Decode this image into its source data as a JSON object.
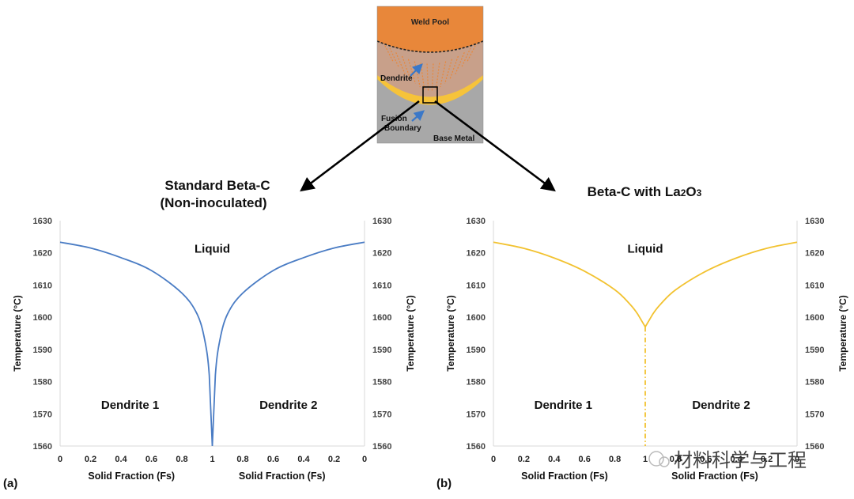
{
  "schematic": {
    "weld_pool": "Weld Pool",
    "dendrite": "Dendrite",
    "fusion_boundary_1": "Fusion",
    "fusion_boundary_2": "Boundary",
    "base_metal": "Base Metal",
    "colors": {
      "weld_pool": "#E8873A",
      "fusion_zone": "#F6C33A",
      "base_metal": "#A8A8A8",
      "arrow": "#3A78C8"
    }
  },
  "titles": {
    "left_line1": "Standard Beta-C",
    "left_line2": "(Non-inoculated)",
    "right_prefix": "Beta-C with La",
    "right_sub1": "2",
    "right_mid": "O",
    "right_sub2": "3"
  },
  "watermark": "材料科学与工程",
  "chart_data": [
    {
      "type": "line",
      "panel_label": "(a)",
      "x_ticks": [
        "0",
        "0.2",
        "0.4",
        "0.6",
        "0.8",
        "1",
        "0.8",
        "0.6",
        "0.4",
        "0.2",
        "0"
      ],
      "xlabel_left": "Solid Fraction (Fs)",
      "xlabel_right": "Solid Fraction (Fs)",
      "ylabel_left": "Temperature (°C)",
      "ylabel_right": "Temperature (°C)",
      "ylim": [
        1560,
        1630
      ],
      "y_ticks": [
        "1560",
        "1570",
        "1580",
        "1590",
        "1600",
        "1610",
        "1620",
        "1630"
      ],
      "annotations": [
        "Liquid",
        "Dendrite 1",
        "Dendrite 2"
      ],
      "color": "#4A7CC4",
      "series": [
        {
          "x": [
            0,
            0.2,
            0.4,
            0.6,
            0.8,
            0.9,
            0.95,
            0.98,
            1.0
          ],
          "y": [
            1623.3,
            1621.5,
            1618.5,
            1614.5,
            1607.5,
            1601.0,
            1593.0,
            1582.0,
            1560.0
          ]
        }
      ],
      "dashed_segment": null
    },
    {
      "type": "line",
      "panel_label": "(b)",
      "x_ticks": [
        "0",
        "0.2",
        "0.4",
        "0.6",
        "0.8",
        "1",
        "0.8",
        "0.6",
        "0.4",
        "0.2",
        "0"
      ],
      "xlabel_left": "Solid Fraction (Fs)",
      "xlabel_right": "Solid Fraction (Fs)",
      "ylabel_left": "Temperature (°C)",
      "ylabel_right": "Temperature (°C)",
      "ylim": [
        1560,
        1630
      ],
      "y_ticks": [
        "1560",
        "1570",
        "1580",
        "1590",
        "1600",
        "1610",
        "1620",
        "1630"
      ],
      "annotations": [
        "Liquid",
        "Dendrite 1",
        "Dendrite 2"
      ],
      "color": "#F2C230",
      "series": [
        {
          "x": [
            0,
            0.2,
            0.4,
            0.6,
            0.8,
            0.9,
            0.95,
            1.0
          ],
          "y": [
            1623.3,
            1621.4,
            1618.4,
            1614.3,
            1608.5,
            1604.0,
            1601.0,
            1597.0
          ]
        }
      ],
      "dashed_segment": {
        "x": 1.0,
        "y": [
          1597.0,
          1560.0
        ]
      }
    }
  ]
}
